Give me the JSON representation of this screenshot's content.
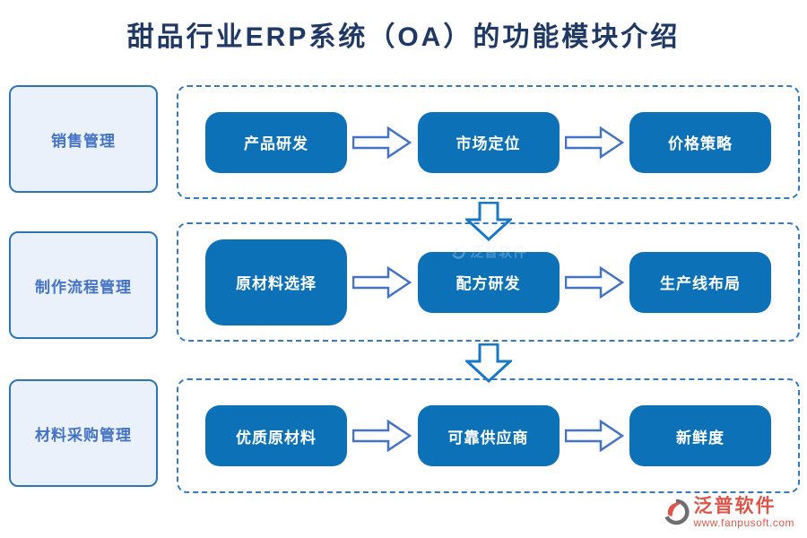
{
  "title": "甜品行业ERP系统（OA）的功能模块介绍",
  "rows": [
    {
      "category": "销售管理",
      "steps": [
        "产品研发",
        "市场定位",
        "价格策略"
      ]
    },
    {
      "category": "制作流程管理",
      "steps": [
        "原材料选择",
        "配方研发",
        "生产线布局"
      ]
    },
    {
      "category": "材料采购管理",
      "steps": [
        "优质原材料",
        "可靠供应商",
        "新鲜度"
      ]
    }
  ],
  "watermark": {
    "brand": "泛普软件"
  },
  "footer": {
    "brand": "泛普软件",
    "url": "www.fanpusoft.com"
  },
  "colors": {
    "step_blue": "#0D71B8",
    "dashed_border_blue": "#3579BE",
    "side_box_bg": "#EAF1FB",
    "side_box_border": "#2E75B6",
    "side_text_blue": "#4472C4",
    "title_navy": "#1F3864",
    "arrow_outline_blue": "#4472C4",
    "down_arrow_blue": "#1779C6",
    "brand_red": "#DF5449"
  }
}
